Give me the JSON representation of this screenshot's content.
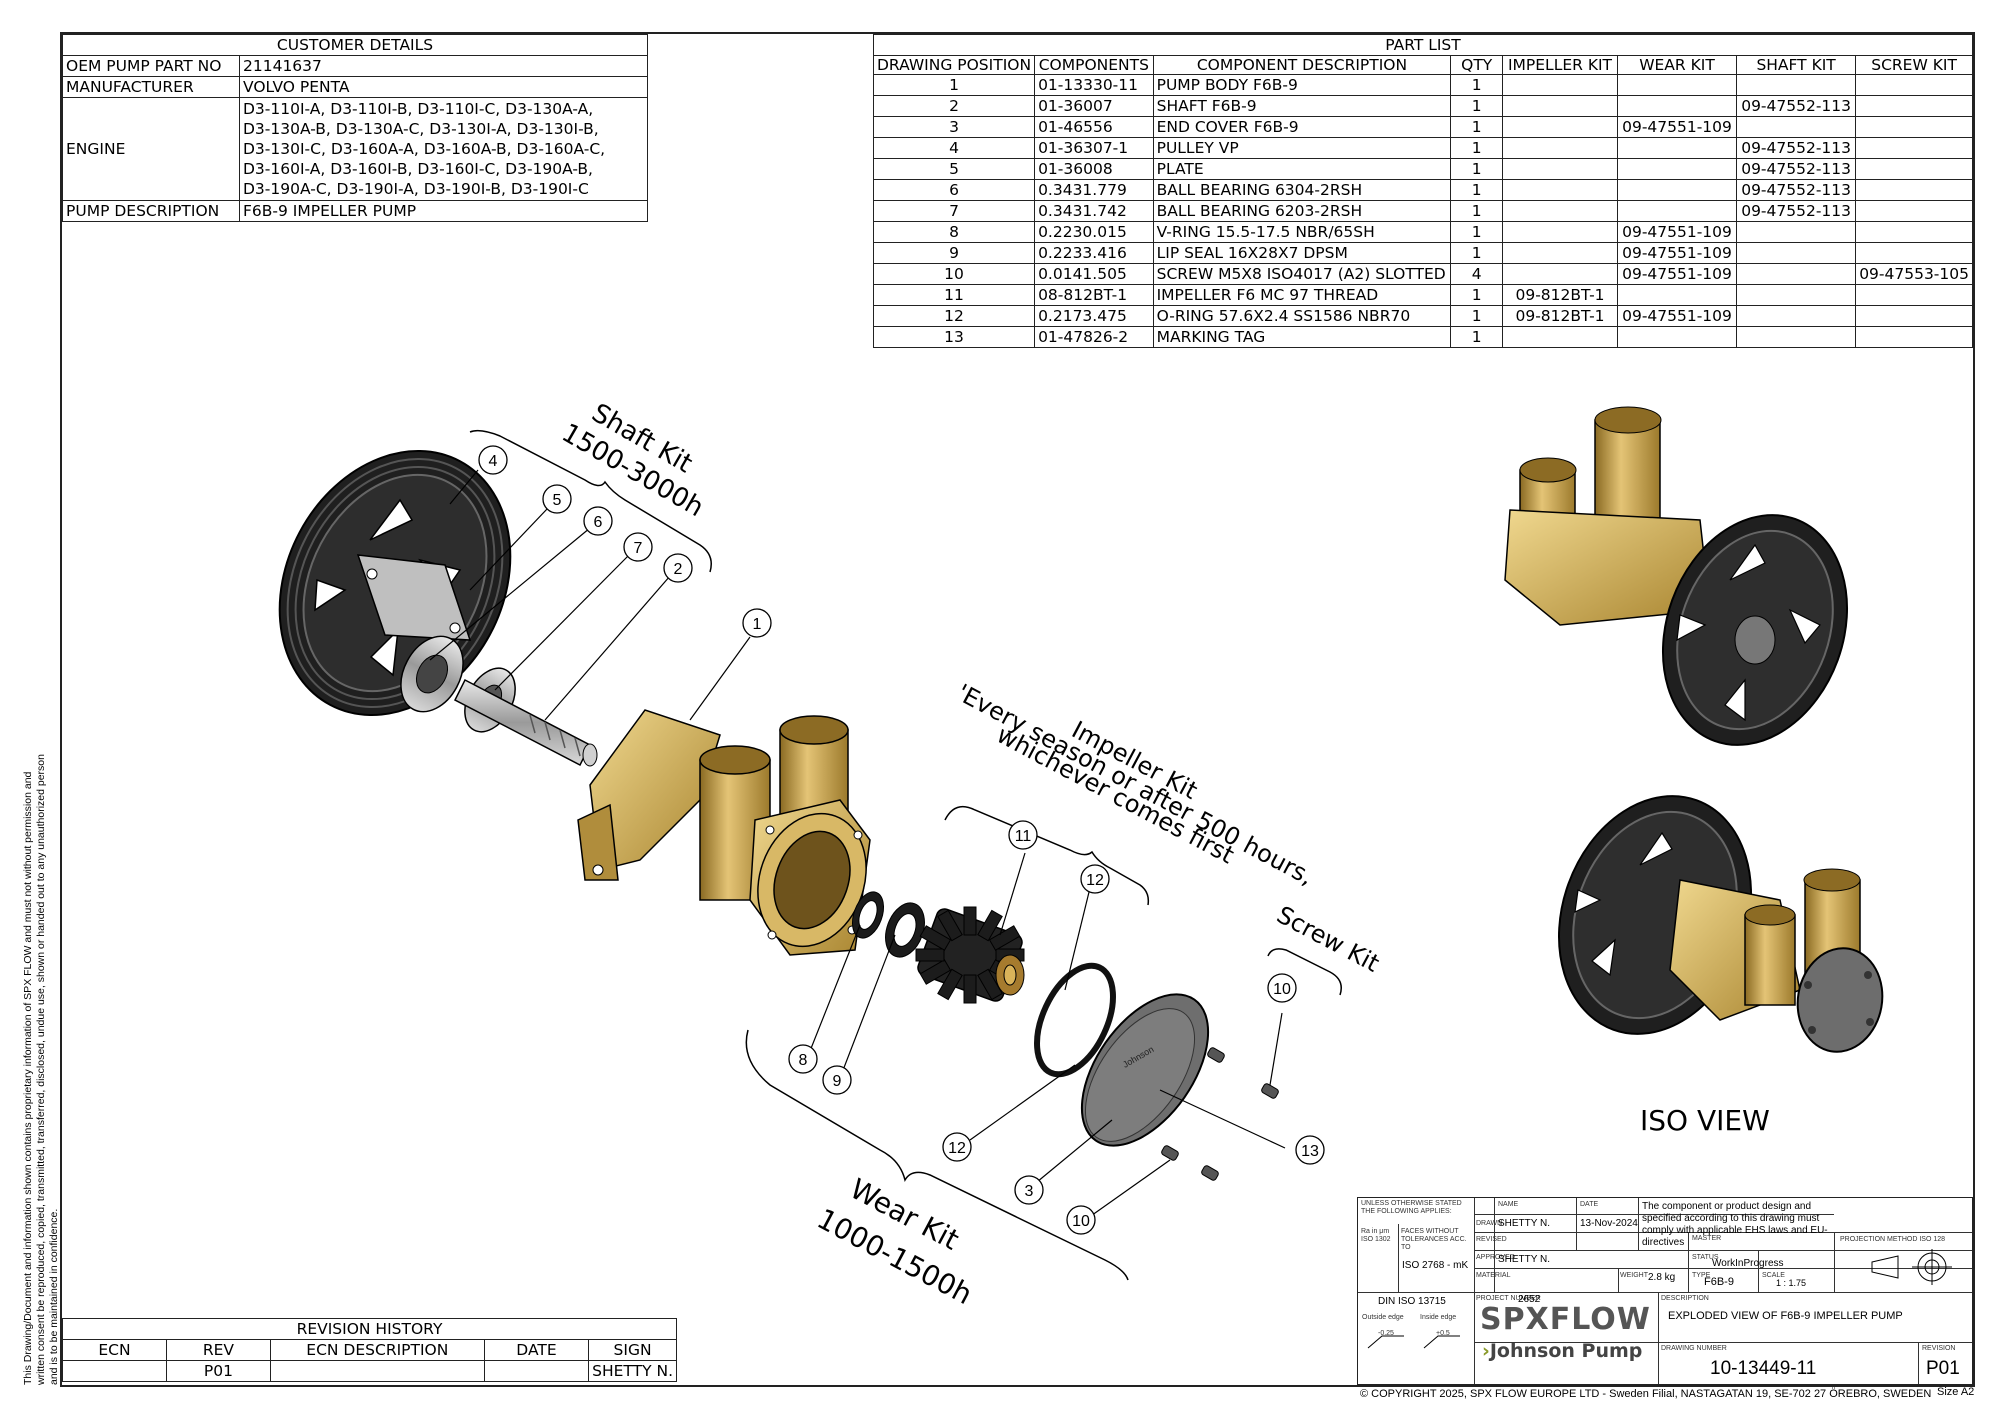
{
  "customer": {
    "title": "CUSTOMER DETAILS",
    "rows": [
      {
        "label": "OEM PUMP PART NO",
        "value": "21141637"
      },
      {
        "label": "MANUFACTURER",
        "value": "VOLVO PENTA"
      },
      {
        "label": "ENGINE",
        "lines": [
          "D3-110I-A, D3-110I-B, D3-110I-C, D3-130A-A,",
          "D3-130A-B, D3-130A-C, D3-130I-A, D3-130I-B,",
          "D3-130I-C, D3-160A-A, D3-160A-B, D3-160A-C,",
          "D3-160I-A, D3-160I-B, D3-160I-C, D3-190A-B,",
          "D3-190A-C, D3-190I-A, D3-190I-B, D3-190I-C"
        ]
      },
      {
        "label": "PUMP DESCRIPTION",
        "value": "F6B-9 IMPELLER PUMP"
      }
    ]
  },
  "parts": {
    "title": "PART LIST",
    "headers": [
      "DRAWING POSITION",
      "COMPONENTS",
      "COMPONENT DESCRIPTION",
      "QTY",
      "IMPELLER KIT",
      "WEAR KIT",
      "SHAFT KIT",
      "SCREW KIT"
    ],
    "rows": [
      [
        "1",
        "01-13330-11",
        "PUMP BODY F6B-9",
        "1",
        "",
        "",
        "",
        ""
      ],
      [
        "2",
        "01-36007",
        "SHAFT F6B-9",
        "1",
        "",
        "",
        "09-47552-113",
        ""
      ],
      [
        "3",
        "01-46556",
        "END COVER F6B-9",
        "1",
        "",
        "09-47551-109",
        "",
        ""
      ],
      [
        "4",
        "01-36307-1",
        "PULLEY VP",
        "1",
        "",
        "",
        "09-47552-113",
        ""
      ],
      [
        "5",
        "01-36008",
        "PLATE",
        "1",
        "",
        "",
        "09-47552-113",
        ""
      ],
      [
        "6",
        "0.3431.779",
        "BALL BEARING 6304-2RSH",
        "1",
        "",
        "",
        "09-47552-113",
        ""
      ],
      [
        "7",
        "0.3431.742",
        "BALL BEARING 6203-2RSH",
        "1",
        "",
        "",
        "09-47552-113",
        ""
      ],
      [
        "8",
        "0.2230.015",
        "V-RING 15.5-17.5 NBR/65SH",
        "1",
        "",
        "09-47551-109",
        "",
        ""
      ],
      [
        "9",
        "0.2233.416",
        "LIP SEAL 16X28X7 DPSM",
        "1",
        "",
        "09-47551-109",
        "",
        ""
      ],
      [
        "10",
        "0.0141.505",
        "SCREW M5X8 ISO4017 (A2) SLOTTED",
        "4",
        "",
        "09-47551-109",
        "",
        "09-47553-105"
      ],
      [
        "11",
        "08-812BT-1",
        "IMPELLER F6 MC 97 THREAD",
        "1",
        "09-812BT-1",
        "",
        "",
        ""
      ],
      [
        "12",
        "0.2173.475",
        "O-RING 57.6X2.4 SS1586 NBR70",
        "1",
        "09-812BT-1",
        "09-47551-109",
        "",
        ""
      ],
      [
        "13",
        "01-47826-2",
        "MARKING TAG",
        "1",
        "",
        "",
        "",
        ""
      ]
    ]
  },
  "drawing": {
    "shaft_kit": [
      "Shaft Kit",
      "1500-3000h"
    ],
    "impeller_kit": [
      "Impeller Kit",
      "'Every season or after 500 hours,",
      "whichever comes first"
    ],
    "screw_kit": "Screw Kit",
    "wear_kit": [
      "Wear Kit",
      "1000-1500h"
    ],
    "balloons": [
      "4",
      "5",
      "6",
      "7",
      "2",
      "1",
      "11",
      "12",
      "8",
      "9",
      "10",
      "12",
      "3",
      "10",
      "13"
    ],
    "iso_view": "ISO VIEW"
  },
  "revision": {
    "title": "REVISION HISTORY",
    "headers": [
      "ECN",
      "REV",
      "ECN DESCRIPTION",
      "DATE",
      "SIGN"
    ],
    "row": [
      "",
      "P01",
      "",
      "",
      "SHETTY N."
    ]
  },
  "side_note": "This Drawing/Document and information shown contains proprietary information of SPX FLOW and must not without permission and written consent be reproduced, copied, transmitted, transferred, disclosed, undue use, shown or handed out to any unauthorized person and is to be maintained in confidence.",
  "title_block": {
    "unless": "UNLESS OTHERWISE STATED THE FOLLOWING APPLIES:",
    "ra": "Ra in μm ISO 1302",
    "faces": "FACES WITHOUT TOLERANCES ACC. TO",
    "iso2768": "ISO 2768 - mK",
    "din": "DIN ISO 13715",
    "outside_edge": "Outside edge",
    "inside_edge": "Inside edge",
    "outside_val": "-0.25",
    "inside_val": "+0.5",
    "name_lbl": "NAME",
    "date_lbl": "DATE",
    "drawn_lbl": "DRAWN",
    "drawn_name": "SHETTY N.",
    "drawn_date": "13-Nov-2024",
    "revised_lbl": "REVISED",
    "approved_lbl": "APPROVED",
    "approved_name": "SHETTY N.",
    "material_lbl": "MATERIAL",
    "weight_lbl": "WEIGHT",
    "weight": "2.8 kg",
    "project_lbl": "PROJECT NUMBER",
    "project": "2652",
    "master_lbl": "MASTER",
    "status_lbl": "STATUS",
    "status": "WorkInProgress",
    "type_lbl": "TYPE",
    "type": "F6B-9",
    "scale_lbl": "SCALE",
    "scale": "1 : 1.75",
    "projection_lbl": "PROJECTION METHOD ISO 128",
    "compliance": "The component or product design and specified according to this drawing must comply with applicable EHS laws and EU-directives",
    "description_lbl": "DESCRIPTION",
    "description": "EXPLODED VIEW OF F6B-9 IMPELLER PUMP",
    "logo_spx": "SPXFLOW",
    "logo_johnson": "Johnson Pump",
    "drawing_number_lbl": "DRAWING NUMBER",
    "drawing_number": "10-13449-11",
    "revision_lbl": "REVISION",
    "revision": "P01"
  },
  "copyright": "© COPYRIGHT 2025, SPX FLOW EUROPE LTD - Sweden Filial, NASTAGATAN 19, SE-702 27 ÖREBRO, SWEDEN",
  "size": "Size  A2",
  "colors": {
    "bronze": "#c9a24a",
    "bronze_dark": "#7a5a1a",
    "rubber": "#2b2b2b",
    "steel": "#a8a8a8"
  }
}
